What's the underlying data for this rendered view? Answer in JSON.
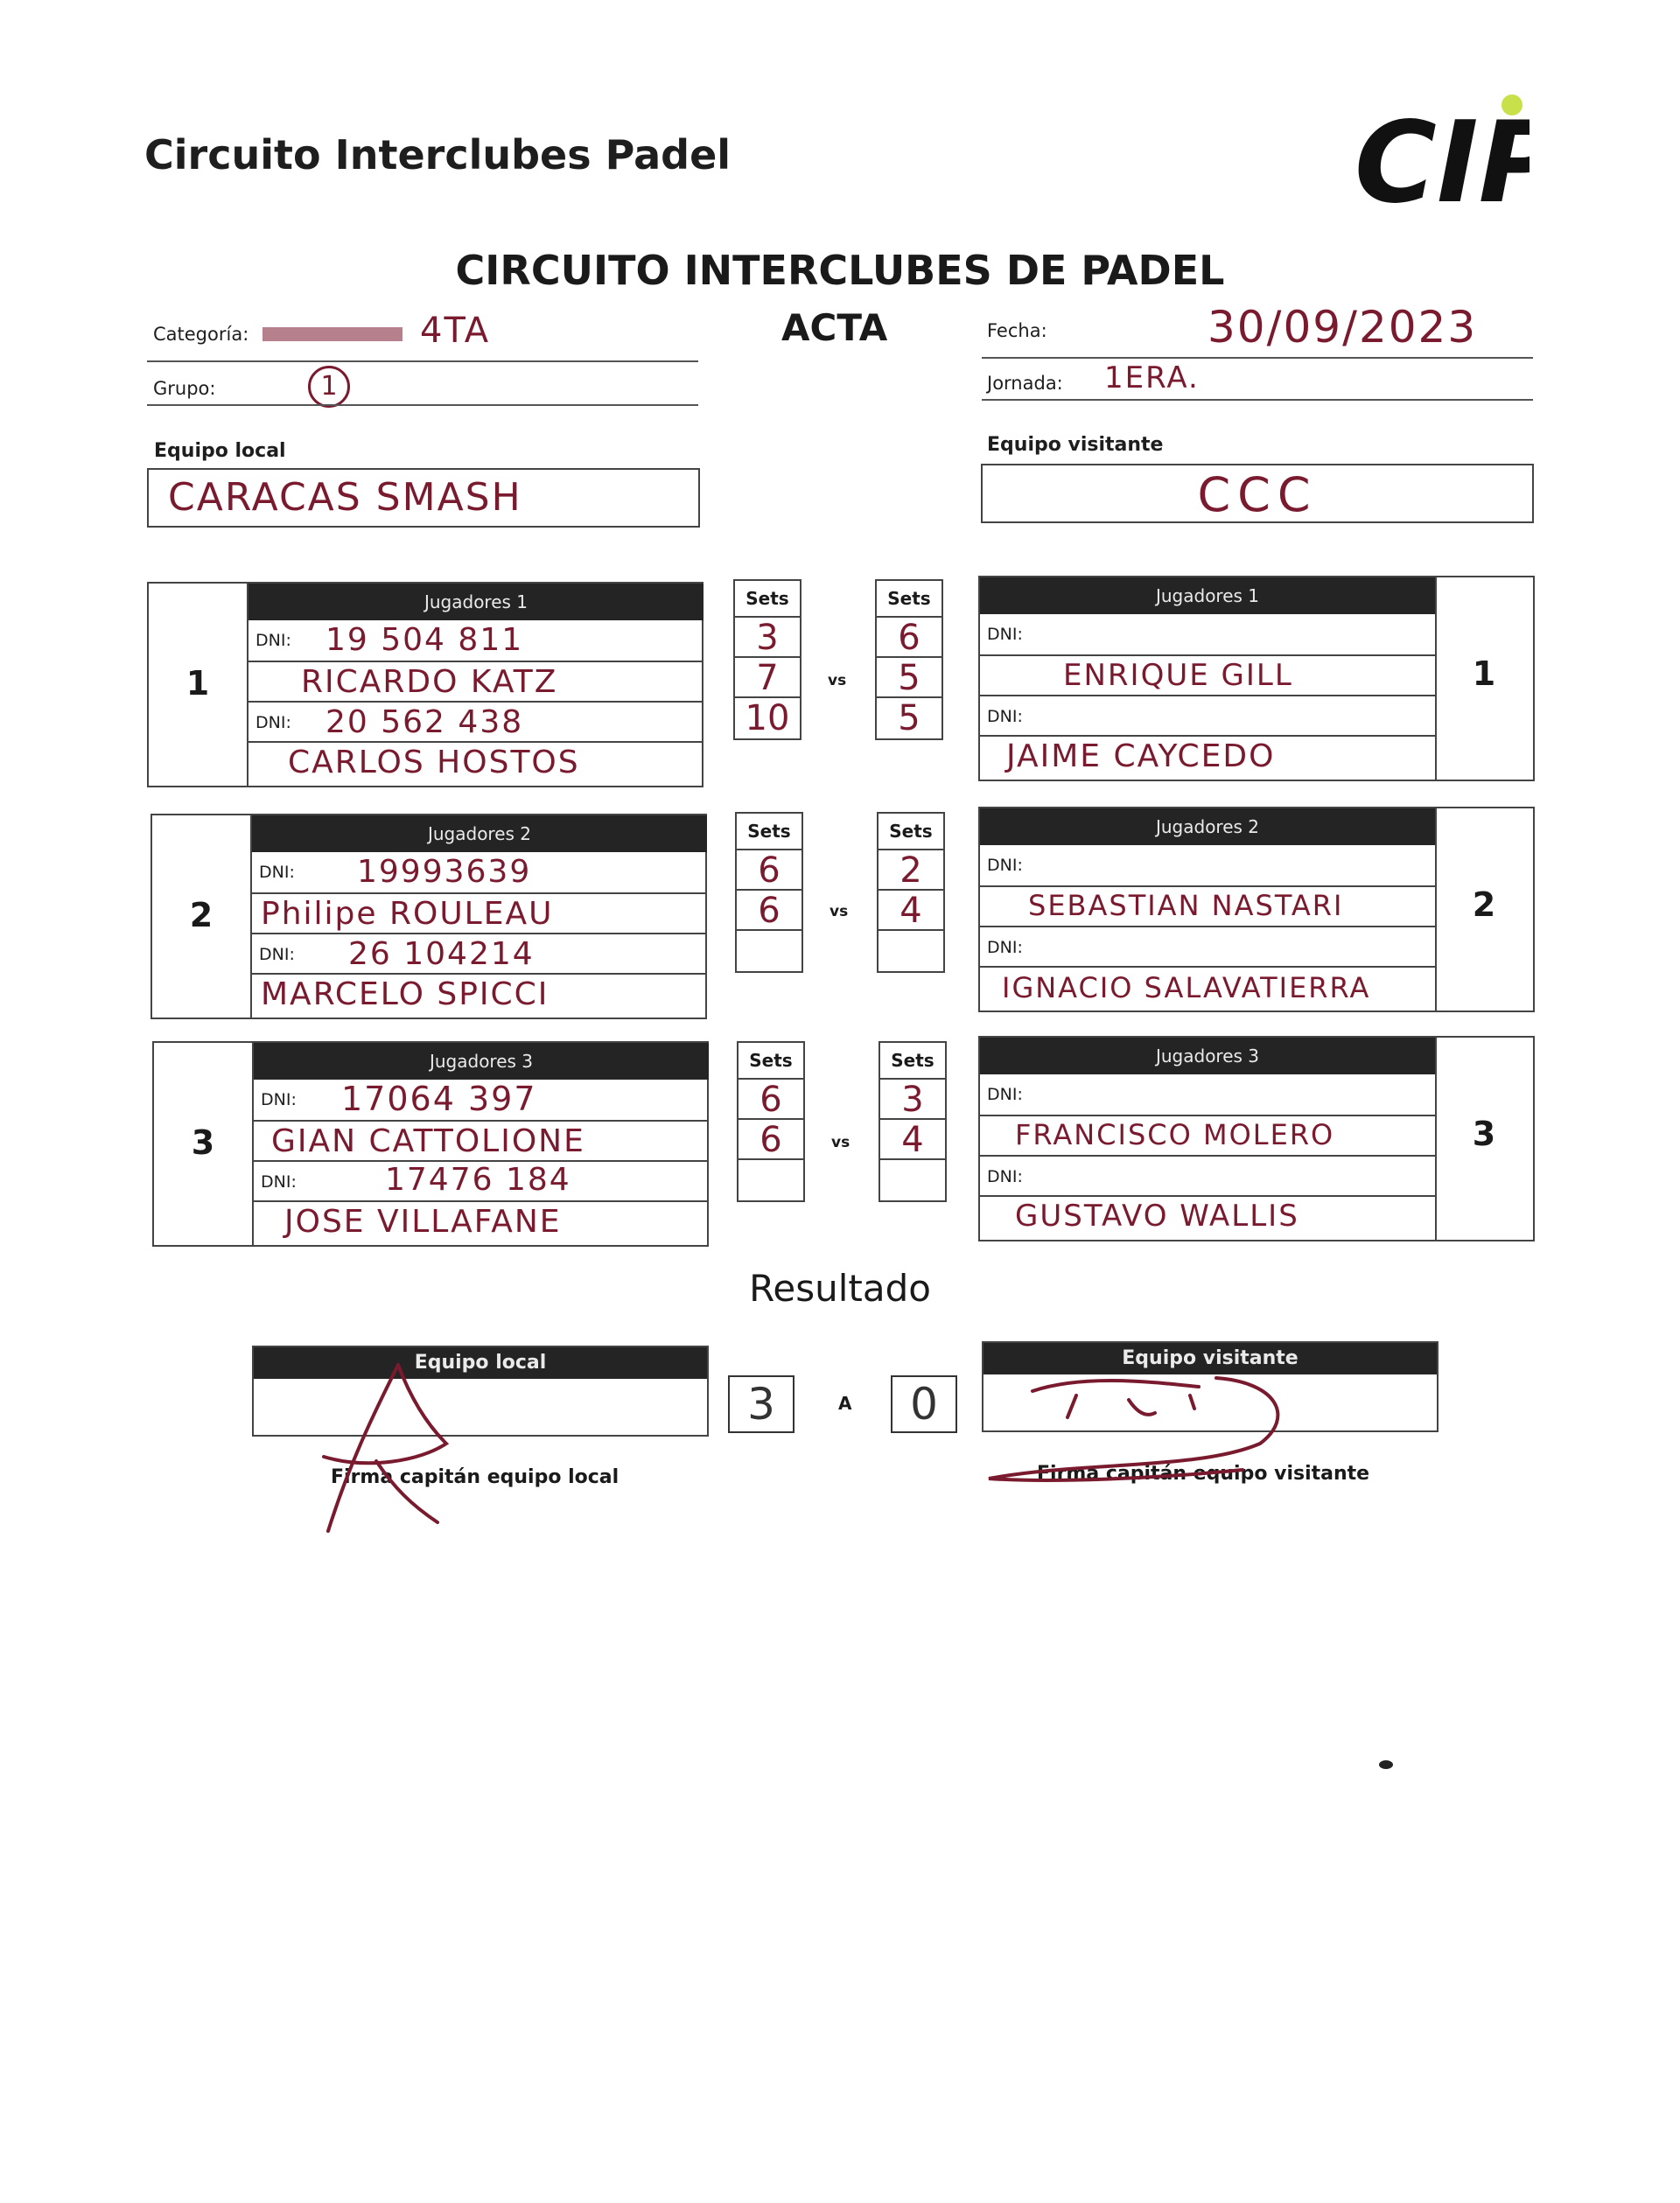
{
  "header": {
    "brand": "Circuito Interclubes Padel",
    "logo_text": "CIP",
    "title": "CIRCUITO INTERCLUBES DE PADEL",
    "subtitle": "ACTA"
  },
  "fields": {
    "categoria_label": "Categoría:",
    "categoria_value": "4TA",
    "grupo_label": "Grupo:",
    "grupo_value": "1",
    "fecha_label": "Fecha:",
    "fecha_value": "30/09/2023",
    "jornada_label": "Jornada:",
    "jornada_value": "1ERA.",
    "local_label": "Equipo local",
    "local_value": "CARACAS SMASH",
    "visitante_label": "Equipo visitante",
    "visitante_value": "CCC"
  },
  "labels": {
    "dni": "DNI:",
    "sets": "Sets",
    "vs": "vs"
  },
  "matches": [
    {
      "number": "1",
      "header": "Jugadores 1",
      "local": {
        "dni1": "19 504 811",
        "name1": "RICARDO KATZ",
        "dni2": "20 562 438",
        "name2": "CARLOS HOSTOS"
      },
      "sets_local": [
        "3",
        "7",
        "10"
      ],
      "sets_visit": [
        "6",
        "5",
        "5"
      ],
      "visit": {
        "dni1": "",
        "name1": "ENRIQUE GILL",
        "dni2": "",
        "name2": "JAIME CAYCEDO"
      }
    },
    {
      "number": "2",
      "header": "Jugadores 2",
      "local": {
        "dni1": "19993639",
        "name1": "Philipe ROULEAU",
        "dni2": "26 104214",
        "name2": "MARCELO SPICCI"
      },
      "sets_local": [
        "6",
        "6",
        ""
      ],
      "sets_visit": [
        "2",
        "4",
        ""
      ],
      "visit": {
        "dni1": "",
        "name1": "SEBASTIAN NASTARI",
        "dni2": "",
        "name2": "IGNACIO SALAVATIERRA"
      }
    },
    {
      "number": "3",
      "header": "Jugadores 3",
      "local": {
        "dni1": "17064 397",
        "name1": "GIAN CATTOLIONE",
        "dni2": "17476 184",
        "name2": "JOSE VILLAFANE"
      },
      "sets_local": [
        "6",
        "6",
        ""
      ],
      "sets_visit": [
        "3",
        "4",
        ""
      ],
      "visit": {
        "dni1": "",
        "name1": "FRANCISCO MOLERO",
        "dni2": "",
        "name2": "GUSTAVO WALLIS"
      }
    }
  ],
  "resultado": {
    "title": "Resultado",
    "local_header": "Equipo local",
    "visit_header": "Equipo visitante",
    "score_local": "3",
    "score_sep": "A",
    "score_visit": "0",
    "firma_local": "Firma capitán equipo local",
    "firma_visit": "Firma capitán equipo visitante"
  },
  "colors": {
    "ink": "#7a1a2e",
    "header_bg": "#242424",
    "logo_ball": "#c8e04a"
  }
}
